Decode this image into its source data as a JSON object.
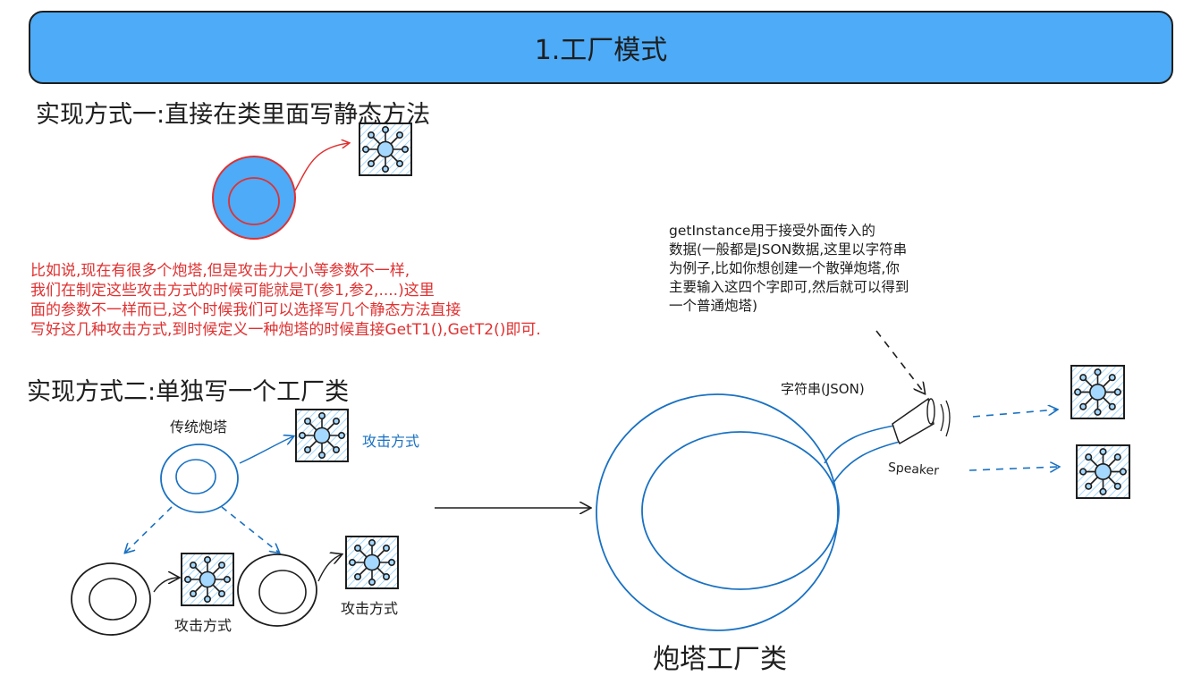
{
  "title": "1.工厂模式",
  "section1": {
    "heading": "实现方式一:直接在类里面写静态方法",
    "note_lines": [
      "比如说,现在有很多个炮塔,但是攻击力大小等参数不一样,",
      "我们在制定这些攻击方式的时候可能就是T(参1,参2,....)这里",
      "面的参数不一样而已,这个时候我们可以选择写几个静态方法直接",
      "写好这几种攻击方式,到时候定义一种炮塔的时候直接GetT1(),GetT2()即可."
    ]
  },
  "section2": {
    "heading": "实现方式二:单独写一个工厂类",
    "traditional_tower": "传统炮塔",
    "attack_mode_blue": "攻击方式",
    "attack_mode_left": "攻击方式",
    "attack_mode_right": "攻击方式"
  },
  "factory": {
    "label": "炮塔工厂类",
    "json_label": "字符串(JSON)",
    "speaker_label": "Speaker",
    "note_lines": [
      "getInstance用于接受外面传入的",
      "数据(一般都是JSON数据,这里以字符串",
      "为例子,比如你想创建一个散弹炮塔,你",
      "主要输入这四个字即可,然后就可以得到",
      "一个普通炮塔)"
    ]
  },
  "icons": [
    "network-node-icon"
  ],
  "colors": {
    "title_fill": "#4dabf7",
    "red": "#e03131",
    "blue": "#1971c2",
    "dark": "#1e1e1e",
    "icon_fill": "#a5d8ff"
  }
}
